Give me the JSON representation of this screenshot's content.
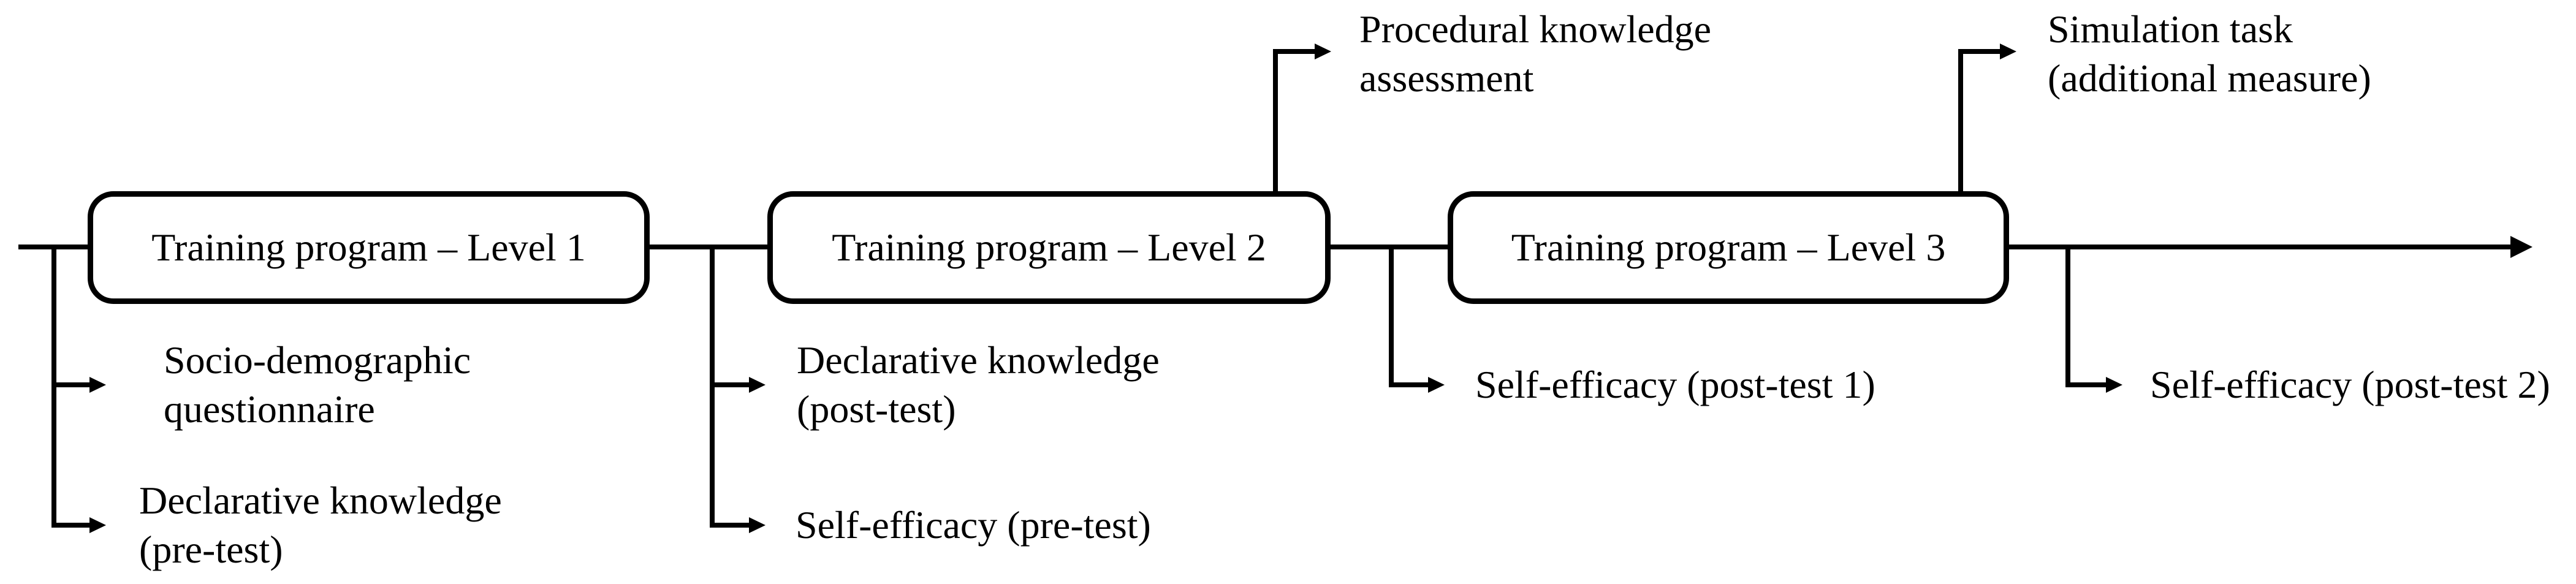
{
  "diagram": {
    "title_hint": "Training program study design flow",
    "colors": {
      "background": "#ffffff",
      "line": "#000000",
      "text": "#000000"
    },
    "boxes": [
      {
        "label": "Training program – Level 1"
      },
      {
        "label": "Training program – Level 2"
      },
      {
        "label": "Training program – Level 3"
      }
    ],
    "measures": [
      {
        "name": "socio-demographic-questionnaire",
        "lines": [
          "Socio-demographic",
          "questionnaire"
        ]
      },
      {
        "name": "declarative-knowledge-pre-test",
        "lines": [
          "Declarative knowledge",
          "(pre-test)"
        ]
      },
      {
        "name": "declarative-knowledge-post-test",
        "lines": [
          "Declarative knowledge",
          "(post-test)"
        ]
      },
      {
        "name": "self-efficacy-pre-test",
        "lines": [
          "Self-efficacy (pre-test)"
        ]
      },
      {
        "name": "procedural-knowledge-assessment",
        "lines": [
          "Procedural knowledge",
          "assessment"
        ]
      },
      {
        "name": "self-efficacy-post-test-1",
        "lines": [
          "Self-efficacy (post-test 1)"
        ]
      },
      {
        "name": "simulation-task-additional",
        "lines": [
          "Simulation task",
          "(additional measure)"
        ]
      },
      {
        "name": "self-efficacy-post-test-2",
        "lines": [
          "Self-efficacy (post-test 2)"
        ]
      }
    ]
  }
}
